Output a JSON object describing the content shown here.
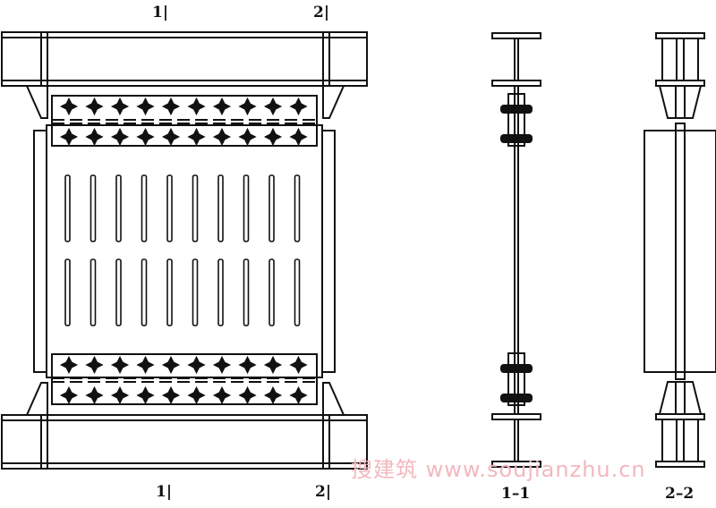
{
  "section_marks": {
    "top_1": "1|",
    "top_2": "2|",
    "bottom_1": "1|",
    "bottom_2": "2|"
  },
  "section_titles": {
    "s1": "1–1",
    "s2": "2–2"
  },
  "watermark": "搜建筑 www.soujianzhu.cn",
  "bolt_count_per_row": 10,
  "slot_count_per_row": 10,
  "colors": {
    "line": "#111111",
    "watermark": "#f2b8bd"
  }
}
